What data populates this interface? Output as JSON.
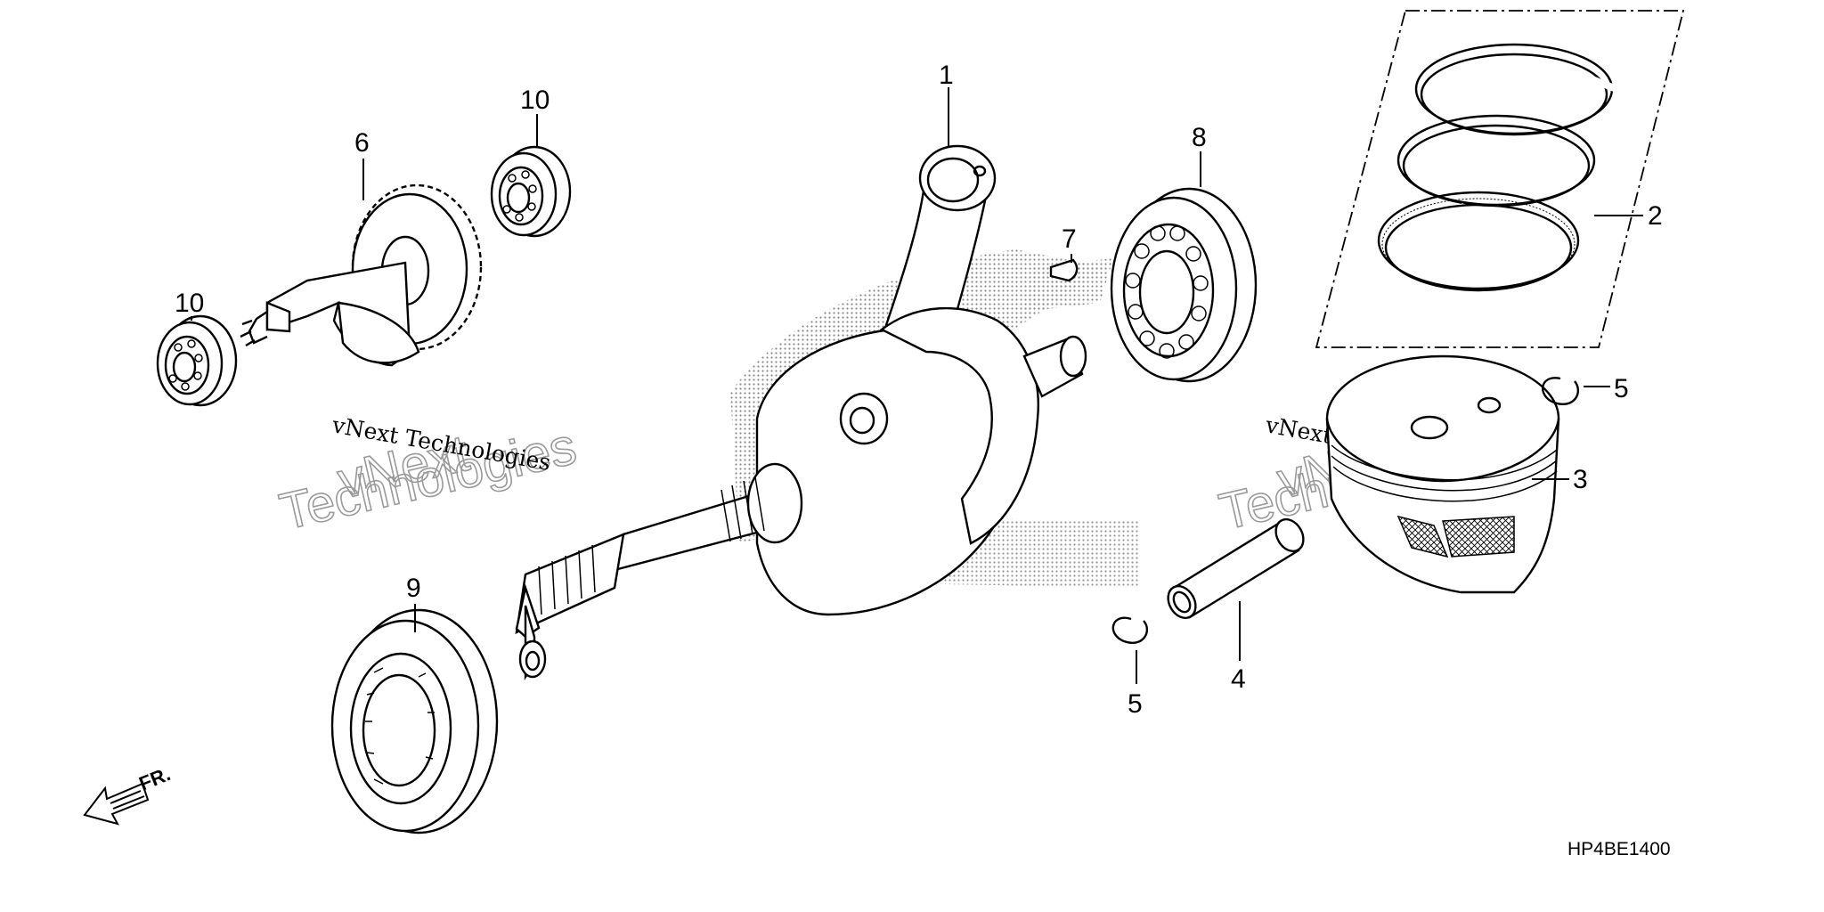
{
  "diagram": {
    "drawing_code": "HP4BE1400",
    "direction_label": "FR.",
    "watermarks": {
      "script_text": "vNext Technologies",
      "outline_line1": "vNext",
      "outline_line2": "Technologies"
    },
    "callouts": [
      {
        "id": "c1",
        "label": "1"
      },
      {
        "id": "c2",
        "label": "2"
      },
      {
        "id": "c3",
        "label": "3"
      },
      {
        "id": "c4",
        "label": "4"
      },
      {
        "id": "c5a",
        "label": "5"
      },
      {
        "id": "c5b",
        "label": "5"
      },
      {
        "id": "c6",
        "label": "6"
      },
      {
        "id": "c7",
        "label": "7"
      },
      {
        "id": "c8",
        "label": "8"
      },
      {
        "id": "c9",
        "label": "9"
      },
      {
        "id": "c10a",
        "label": "10"
      },
      {
        "id": "c10b",
        "label": "10"
      }
    ]
  }
}
